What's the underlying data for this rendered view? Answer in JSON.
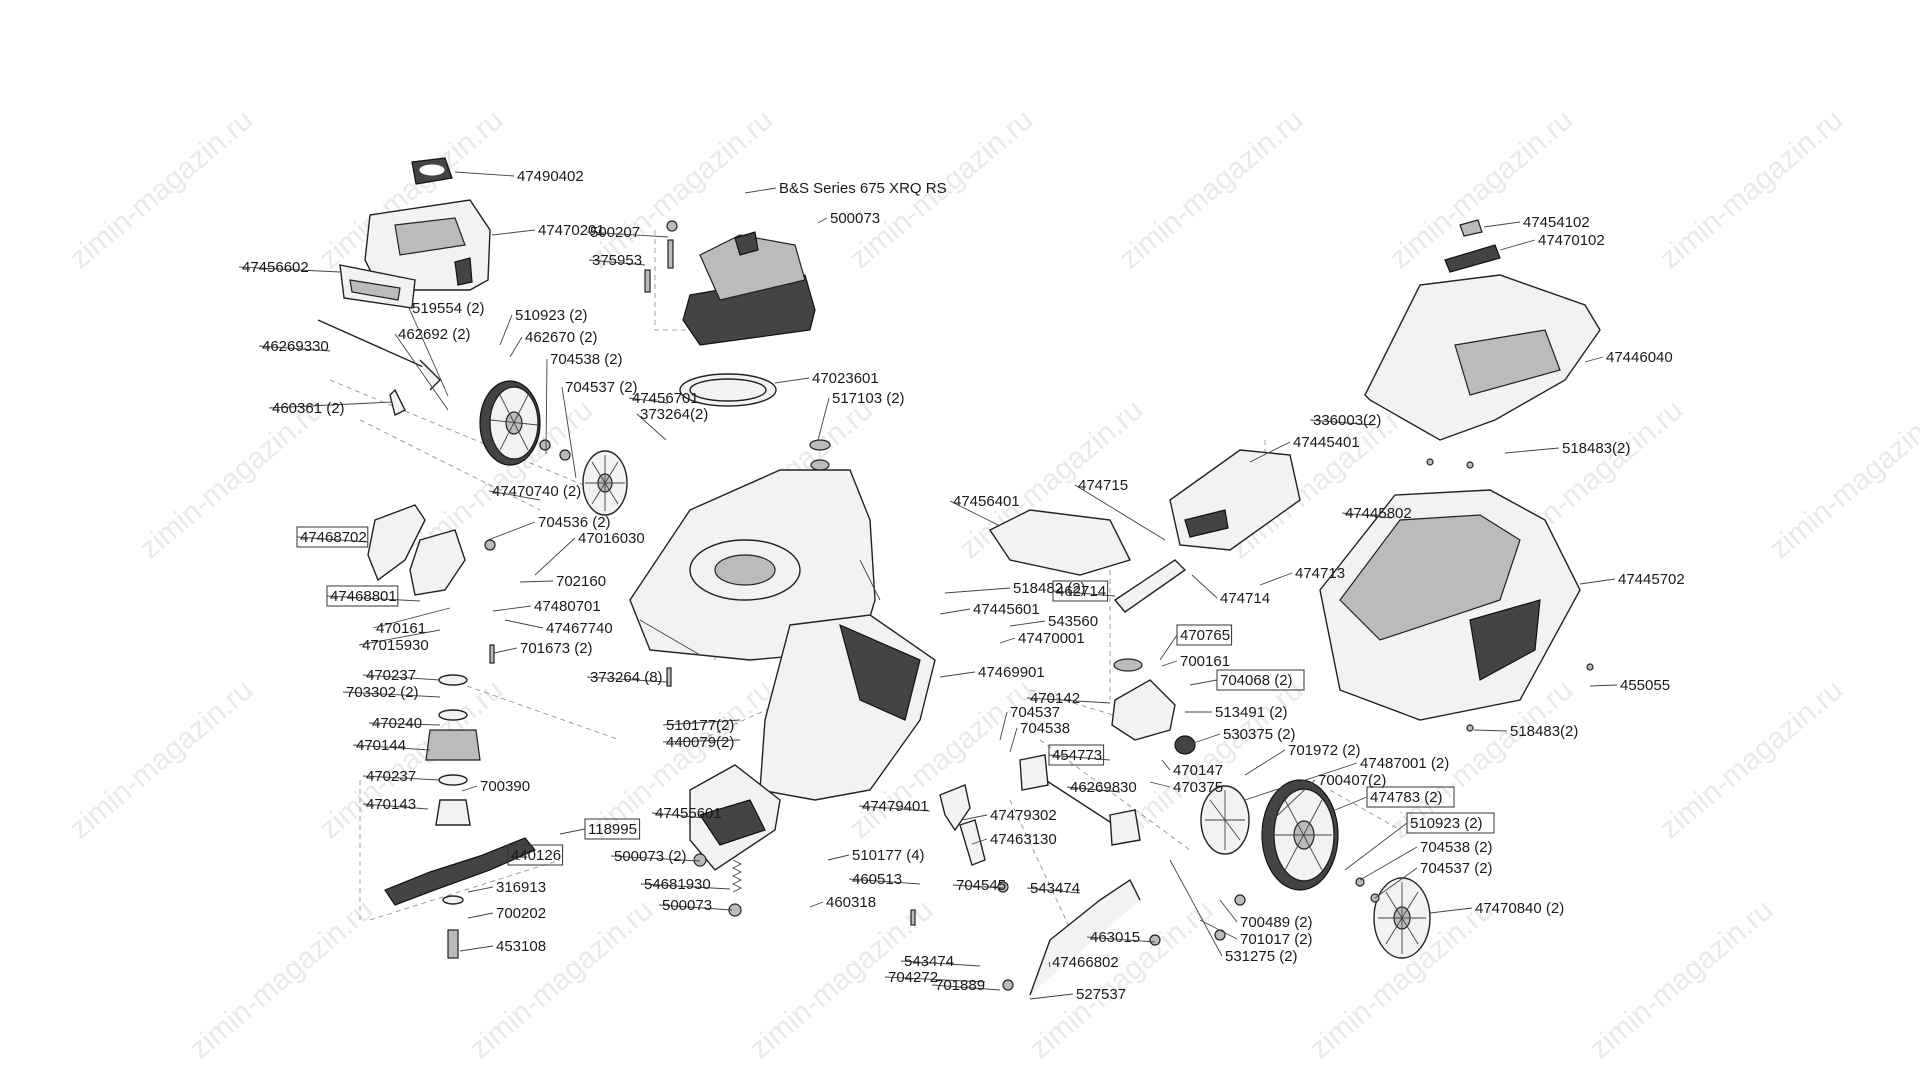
{
  "watermark": "zimin-magazin.ru",
  "parts": [
    {
      "id": "p47490402",
      "label": "47490402",
      "boxed": false
    },
    {
      "id": "p47470201",
      "label": "47470201",
      "boxed": false
    },
    {
      "id": "p47456602",
      "label": "47456602",
      "boxed": false
    },
    {
      "id": "p519554",
      "label": "519554 (2)",
      "boxed": false
    },
    {
      "id": "p462692",
      "label": "462692 (2)",
      "boxed": false
    },
    {
      "id": "p46269330",
      "label": "46269330",
      "boxed": false
    },
    {
      "id": "p460361",
      "label": "460361 (2)",
      "boxed": false
    },
    {
      "id": "p510923a",
      "label": "510923 (2)",
      "boxed": false
    },
    {
      "id": "p462670",
      "label": "462670 (2)",
      "boxed": false
    },
    {
      "id": "p704538a",
      "label": "704538 (2)",
      "boxed": false
    },
    {
      "id": "p704537a",
      "label": "704537 (2)",
      "boxed": false
    },
    {
      "id": "p47470740",
      "label": "47470740 (2)",
      "boxed": false
    },
    {
      "id": "p47468702",
      "label": "47468702",
      "boxed": true
    },
    {
      "id": "p704536",
      "label": "704536 (2)",
      "boxed": false
    },
    {
      "id": "p47016030",
      "label": "47016030",
      "boxed": false
    },
    {
      "id": "p702160",
      "label": "702160",
      "boxed": false
    },
    {
      "id": "p47468801",
      "label": "47468801",
      "boxed": true
    },
    {
      "id": "p47480701",
      "label": "47480701",
      "boxed": false
    },
    {
      "id": "p470161",
      "label": "470161",
      "boxed": false
    },
    {
      "id": "p47467740",
      "label": "47467740",
      "boxed": false
    },
    {
      "id": "p47015930",
      "label": "47015930",
      "boxed": false
    },
    {
      "id": "p701673",
      "label": "701673 (2)",
      "boxed": false
    },
    {
      "id": "p470237a",
      "label": "470237",
      "boxed": false
    },
    {
      "id": "p703302",
      "label": "703302 (2)",
      "boxed": false
    },
    {
      "id": "p470240",
      "label": "470240",
      "boxed": false
    },
    {
      "id": "p470144",
      "label": "470144",
      "boxed": false
    },
    {
      "id": "p470237b",
      "label": "470237",
      "boxed": false
    },
    {
      "id": "p700390",
      "label": "700390",
      "boxed": false
    },
    {
      "id": "p470143",
      "label": "470143",
      "boxed": false
    },
    {
      "id": "p118995",
      "label": "118995",
      "boxed": true
    },
    {
      "id": "p440126",
      "label": "440126",
      "boxed": true
    },
    {
      "id": "p316913",
      "label": "316913",
      "boxed": false
    },
    {
      "id": "p700202",
      "label": "700202",
      "boxed": false
    },
    {
      "id": "p453108",
      "label": "453108",
      "boxed": false
    },
    {
      "id": "pBS",
      "label": "B&S Series 675 XRQ RS",
      "boxed": false
    },
    {
      "id": "p500207",
      "label": "500207",
      "boxed": false
    },
    {
      "id": "p500073a",
      "label": "500073",
      "boxed": false
    },
    {
      "id": "p375953",
      "label": "375953",
      "boxed": false
    },
    {
      "id": "p47023601",
      "label": "47023601",
      "boxed": false
    },
    {
      "id": "p47456701",
      "label": "47456701",
      "boxed": false
    },
    {
      "id": "p517103",
      "label": "517103 (2)",
      "boxed": false
    },
    {
      "id": "p373264a",
      "label": "373264(2)",
      "boxed": false
    },
    {
      "id": "p373264b",
      "label": "373264 (8)",
      "boxed": false
    },
    {
      "id": "p518482",
      "label": "518482 (2)",
      "boxed": false
    },
    {
      "id": "p47445601",
      "label": "47445601",
      "boxed": false
    },
    {
      "id": "p543560",
      "label": "543560",
      "boxed": false
    },
    {
      "id": "p47470001",
      "label": "47470001",
      "boxed": false
    },
    {
      "id": "p47469901",
      "label": "47469901",
      "boxed": false
    },
    {
      "id": "p510177a",
      "label": "510177(2)",
      "boxed": false
    },
    {
      "id": "p440079",
      "label": "440079(2)",
      "boxed": false
    },
    {
      "id": "p47455601",
      "label": "47455601",
      "boxed": false
    },
    {
      "id": "p500073b",
      "label": "500073 (2)",
      "boxed": false
    },
    {
      "id": "p54681930",
      "label": "54681930",
      "boxed": false
    },
    {
      "id": "p500073c",
      "label": "500073",
      "boxed": false
    },
    {
      "id": "p510177b",
      "label": "510177 (4)",
      "boxed": false
    },
    {
      "id": "p460513",
      "label": "460513",
      "boxed": false
    },
    {
      "id": "p460318",
      "label": "460318",
      "boxed": false
    },
    {
      "id": "p47479401",
      "label": "47479401",
      "boxed": false
    },
    {
      "id": "p47479302",
      "label": "47479302",
      "boxed": false
    },
    {
      "id": "p47463130",
      "label": "47463130",
      "boxed": false
    },
    {
      "id": "p704545",
      "label": "704545",
      "boxed": false
    },
    {
      "id": "p543474a",
      "label": "543474",
      "boxed": false
    },
    {
      "id": "p463015",
      "label": "463015",
      "boxed": false
    },
    {
      "id": "p543474b",
      "label": "543474",
      "boxed": false
    },
    {
      "id": "p704272",
      "label": "704272",
      "boxed": false
    },
    {
      "id": "p701889",
      "label": "701889",
      "boxed": false
    },
    {
      "id": "p47466802",
      "label": "47466802",
      "boxed": false
    },
    {
      "id": "p527537",
      "label": "527537",
      "boxed": false
    },
    {
      "id": "p47456401",
      "label": "47456401",
      "boxed": false
    },
    {
      "id": "p474715",
      "label": "474715",
      "boxed": false
    },
    {
      "id": "p47445401",
      "label": "47445401",
      "boxed": false
    },
    {
      "id": "p462714",
      "label": "462714",
      "boxed": true
    },
    {
      "id": "p474714",
      "label": "474714",
      "boxed": false
    },
    {
      "id": "p474713",
      "label": "474713",
      "boxed": false
    },
    {
      "id": "p470765",
      "label": "470765",
      "boxed": true
    },
    {
      "id": "p700161",
      "label": "700161",
      "boxed": false
    },
    {
      "id": "p704068",
      "label": "704068 (2)",
      "boxed": true
    },
    {
      "id": "p470142",
      "label": "470142",
      "boxed": false
    },
    {
      "id": "p704537b",
      "label": "704537",
      "boxed": false
    },
    {
      "id": "p704538b",
      "label": "704538",
      "boxed": false
    },
    {
      "id": "p513491",
      "label": "513491 (2)",
      "boxed": false
    },
    {
      "id": "p530375",
      "label": "530375 (2)",
      "boxed": false
    },
    {
      "id": "p454773",
      "label": "454773",
      "boxed": true
    },
    {
      "id": "p701972",
      "label": "701972 (2)",
      "boxed": false
    },
    {
      "id": "p470147",
      "label": "470147",
      "boxed": false
    },
    {
      "id": "p46269830",
      "label": "46269830",
      "boxed": false
    },
    {
      "id": "p470375",
      "label": "470375",
      "boxed": false
    },
    {
      "id": "p47487001",
      "label": "47487001 (2)",
      "boxed": false
    },
    {
      "id": "p700407",
      "label": "700407(2)",
      "boxed": false
    },
    {
      "id": "p474783",
      "label": "474783 (2)",
      "boxed": true
    },
    {
      "id": "p510923b",
      "label": "510923 (2)",
      "boxed": true
    },
    {
      "id": "p704538c",
      "label": "704538 (2)",
      "boxed": false
    },
    {
      "id": "p704537c",
      "label": "704537 (2)",
      "boxed": false
    },
    {
      "id": "p47470840",
      "label": "47470840 (2)",
      "boxed": false
    },
    {
      "id": "p700489",
      "label": "700489 (2)",
      "boxed": false
    },
    {
      "id": "p701017",
      "label": "701017 (2)",
      "boxed": false
    },
    {
      "id": "p531275",
      "label": "531275 (2)",
      "boxed": false
    },
    {
      "id": "p47454102",
      "label": "47454102",
      "boxed": false
    },
    {
      "id": "p47470102",
      "label": "47470102",
      "boxed": false
    },
    {
      "id": "p47446040",
      "label": "47446040",
      "boxed": false
    },
    {
      "id": "p336003",
      "label": "336003(2)",
      "boxed": false
    },
    {
      "id": "p518483a",
      "label": "518483(2)",
      "boxed": false
    },
    {
      "id": "p47445802",
      "label": "47445802",
      "boxed": false
    },
    {
      "id": "p47445702",
      "label": "47445702",
      "boxed": false
    },
    {
      "id": "p455055",
      "label": "455055",
      "boxed": false
    },
    {
      "id": "p518483b",
      "label": "518483(2)",
      "boxed": false
    }
  ]
}
